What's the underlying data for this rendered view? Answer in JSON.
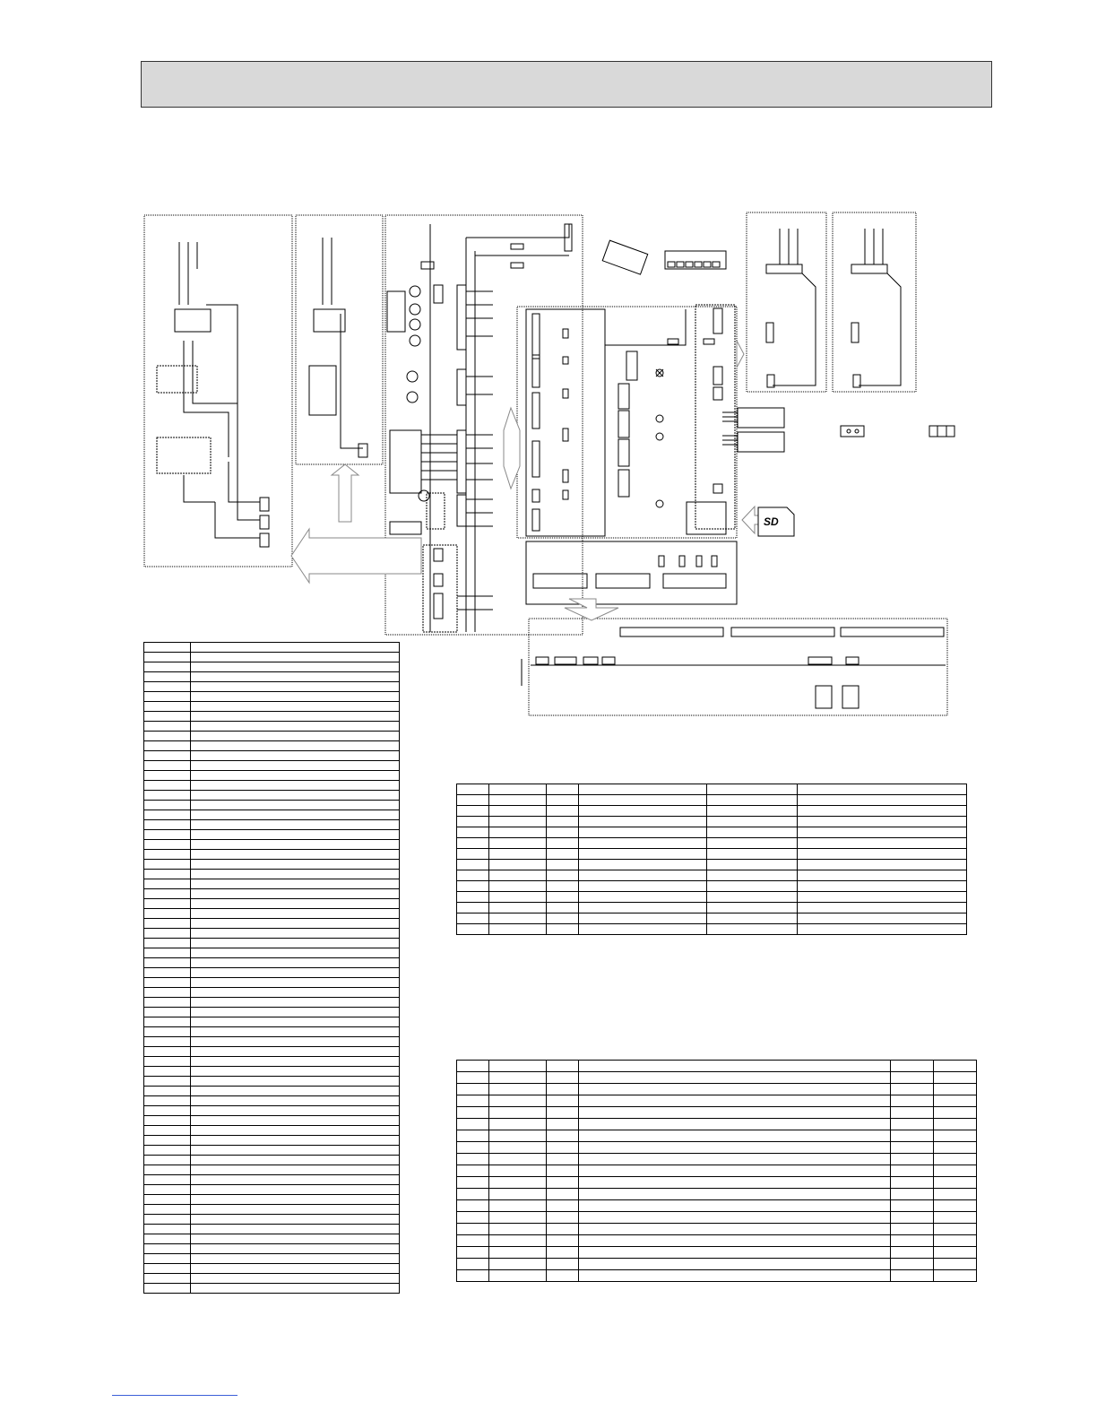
{
  "sd_card": {
    "logo_text": "SD"
  },
  "tables": {
    "left_legend": {
      "rows": 66
    },
    "middle_table": {
      "rows": 14,
      "cols": 6
    },
    "bottom_table": {
      "rows": 19,
      "cols": 6
    }
  }
}
